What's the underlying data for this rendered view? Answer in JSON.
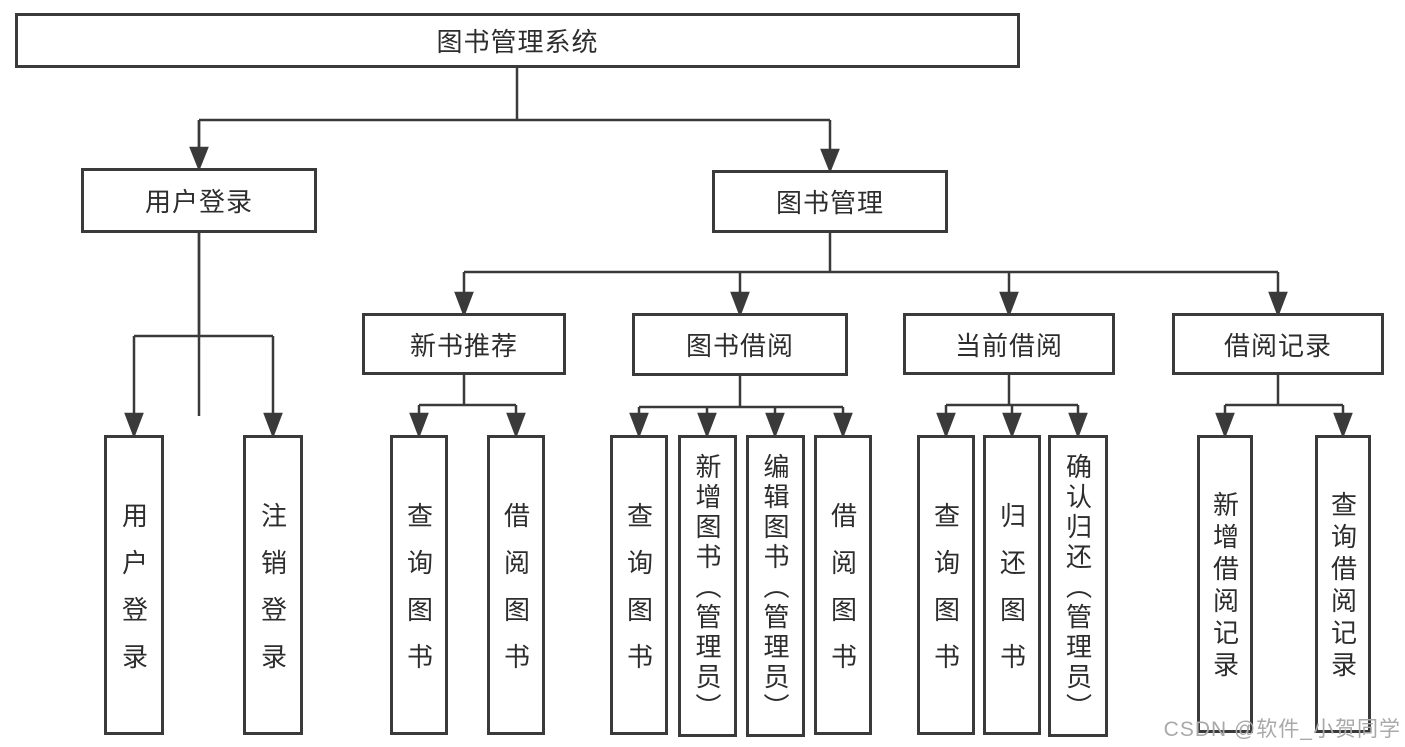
{
  "diagram": {
    "root": {
      "label": "图书管理系统"
    },
    "level2": [
      {
        "label": "用户登录",
        "children": [
          {
            "label": "用户登录"
          },
          {
            "label": "注销登录"
          }
        ]
      },
      {
        "label": "图书管理",
        "children": [
          {
            "label": "新书推荐",
            "children": [
              {
                "label": "查询图书"
              },
              {
                "label": "借阅图书"
              }
            ]
          },
          {
            "label": "图书借阅",
            "children": [
              {
                "label": "查询图书"
              },
              {
                "label": "新增图书（管理员）"
              },
              {
                "label": "编辑图书（管理员）"
              },
              {
                "label": "借阅图书"
              }
            ]
          },
          {
            "label": "当前借阅",
            "children": [
              {
                "label": "查询图书"
              },
              {
                "label": "归还图书"
              },
              {
                "label": "确认归还（管理员）"
              }
            ]
          },
          {
            "label": "借阅记录",
            "children": [
              {
                "label": "新增借阅记录"
              },
              {
                "label": "查询借阅记录"
              }
            ]
          }
        ]
      }
    ]
  },
  "style": {
    "line_color": "#3a3a3a",
    "box_background": "#ffffff",
    "text_color": "#2d2d2d",
    "watermark_color": "#a9a9a9"
  },
  "watermark": {
    "text": "CSDN @软件_小贺同学"
  }
}
